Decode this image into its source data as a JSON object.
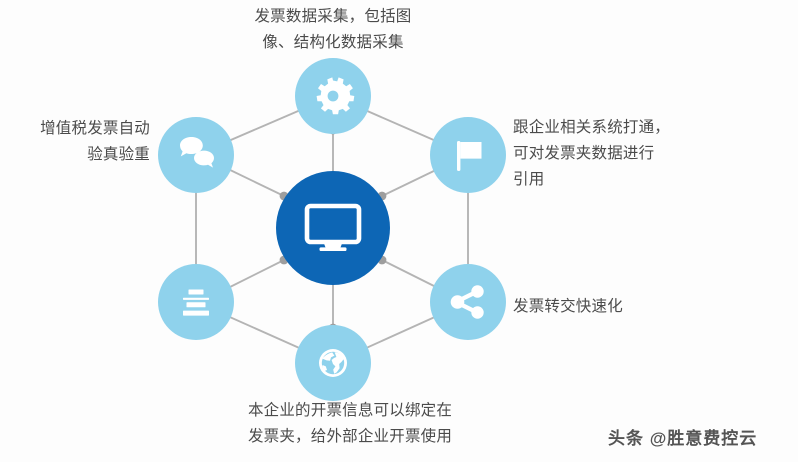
{
  "background_color": "#fdfdfd",
  "colors": {
    "hub_blue": "#0d66b5",
    "node_light_blue": "#8fd2ec",
    "connector_gray": "#b0b0b0",
    "dot_gray": "#9e9e9e",
    "text_gray": "#4b4b4b",
    "icon_white": "#ffffff"
  },
  "hub": {
    "icon": "monitor-icon",
    "label": ""
  },
  "nodes": [
    {
      "id": "top",
      "icon": "gear-icon",
      "position": "top"
    },
    {
      "id": "upper-right",
      "icon": "flag-icon",
      "position": "upper-right"
    },
    {
      "id": "lower-right",
      "icon": "share-icon",
      "position": "lower-right"
    },
    {
      "id": "bottom",
      "icon": "globe-icon",
      "position": "bottom"
    },
    {
      "id": "lower-left",
      "icon": "align-bars-icon",
      "position": "lower-left"
    },
    {
      "id": "upper-left",
      "icon": "chat-bubbles-icon",
      "position": "upper-left"
    }
  ],
  "labels": {
    "top": "发票数据采集，包括图\n像、结构化数据采集",
    "left_top": "增值税发票自动\n验真验重",
    "right_top": "跟企业相关系统打通，\n可对发票夹数据进行\n引用",
    "right_bottom": "发票转交快速化",
    "bottom": "本企业的开票信息可以绑定在\n发票夹，给外部企业开票使用"
  },
  "watermark": {
    "text": "头条 @胜意费控云"
  }
}
